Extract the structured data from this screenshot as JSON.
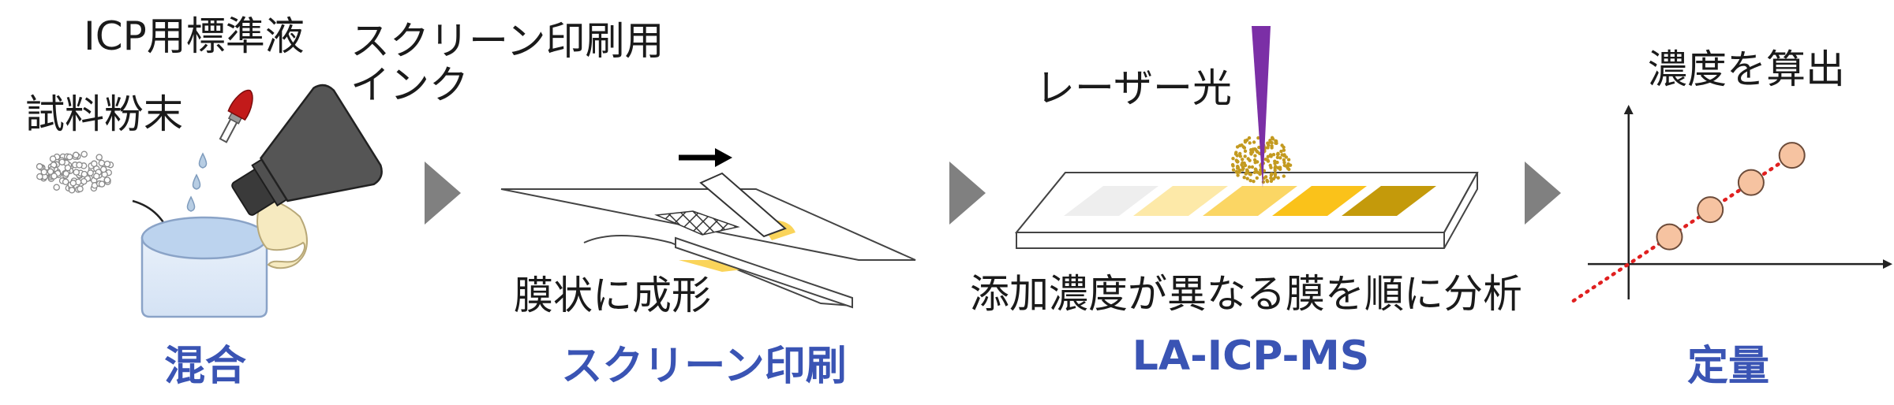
{
  "labels": {
    "icp_standard": "ICP用標準液",
    "screen_ink_line1": "スクリーン印刷用",
    "screen_ink_line2": "インク",
    "sample_powder": "試料粉末",
    "membrane_formed": "膜状に成形",
    "laser_light": "レーザー光",
    "sequential_analysis": "添加濃度が異なる膜を順に分析",
    "calc_concentration": "濃度を算出"
  },
  "steps": [
    "混合",
    "スクリーン印刷",
    "LA-ICP-MS",
    "定量"
  ],
  "colors": {
    "step_text": "#3a54b4",
    "laser": "#7b2fa6",
    "membrane_colors": [
      "#eeeeee",
      "#fde9a8",
      "#fbd664",
      "#fac21a",
      "#c49a0b"
    ],
    "marker": "#f6c3a1",
    "fit_line": "#e02020",
    "arrow_gray": "#808080"
  },
  "chart_data": {
    "type": "scatter",
    "title": "",
    "xlabel": "",
    "ylabel": "",
    "x": [
      1,
      2,
      3,
      4
    ],
    "y": [
      1,
      2,
      3,
      4
    ],
    "xlim": [
      -1,
      6.5
    ],
    "ylim": [
      -1.3,
      5.8
    ],
    "grid": false,
    "fit_line": "linear, dotted"
  }
}
